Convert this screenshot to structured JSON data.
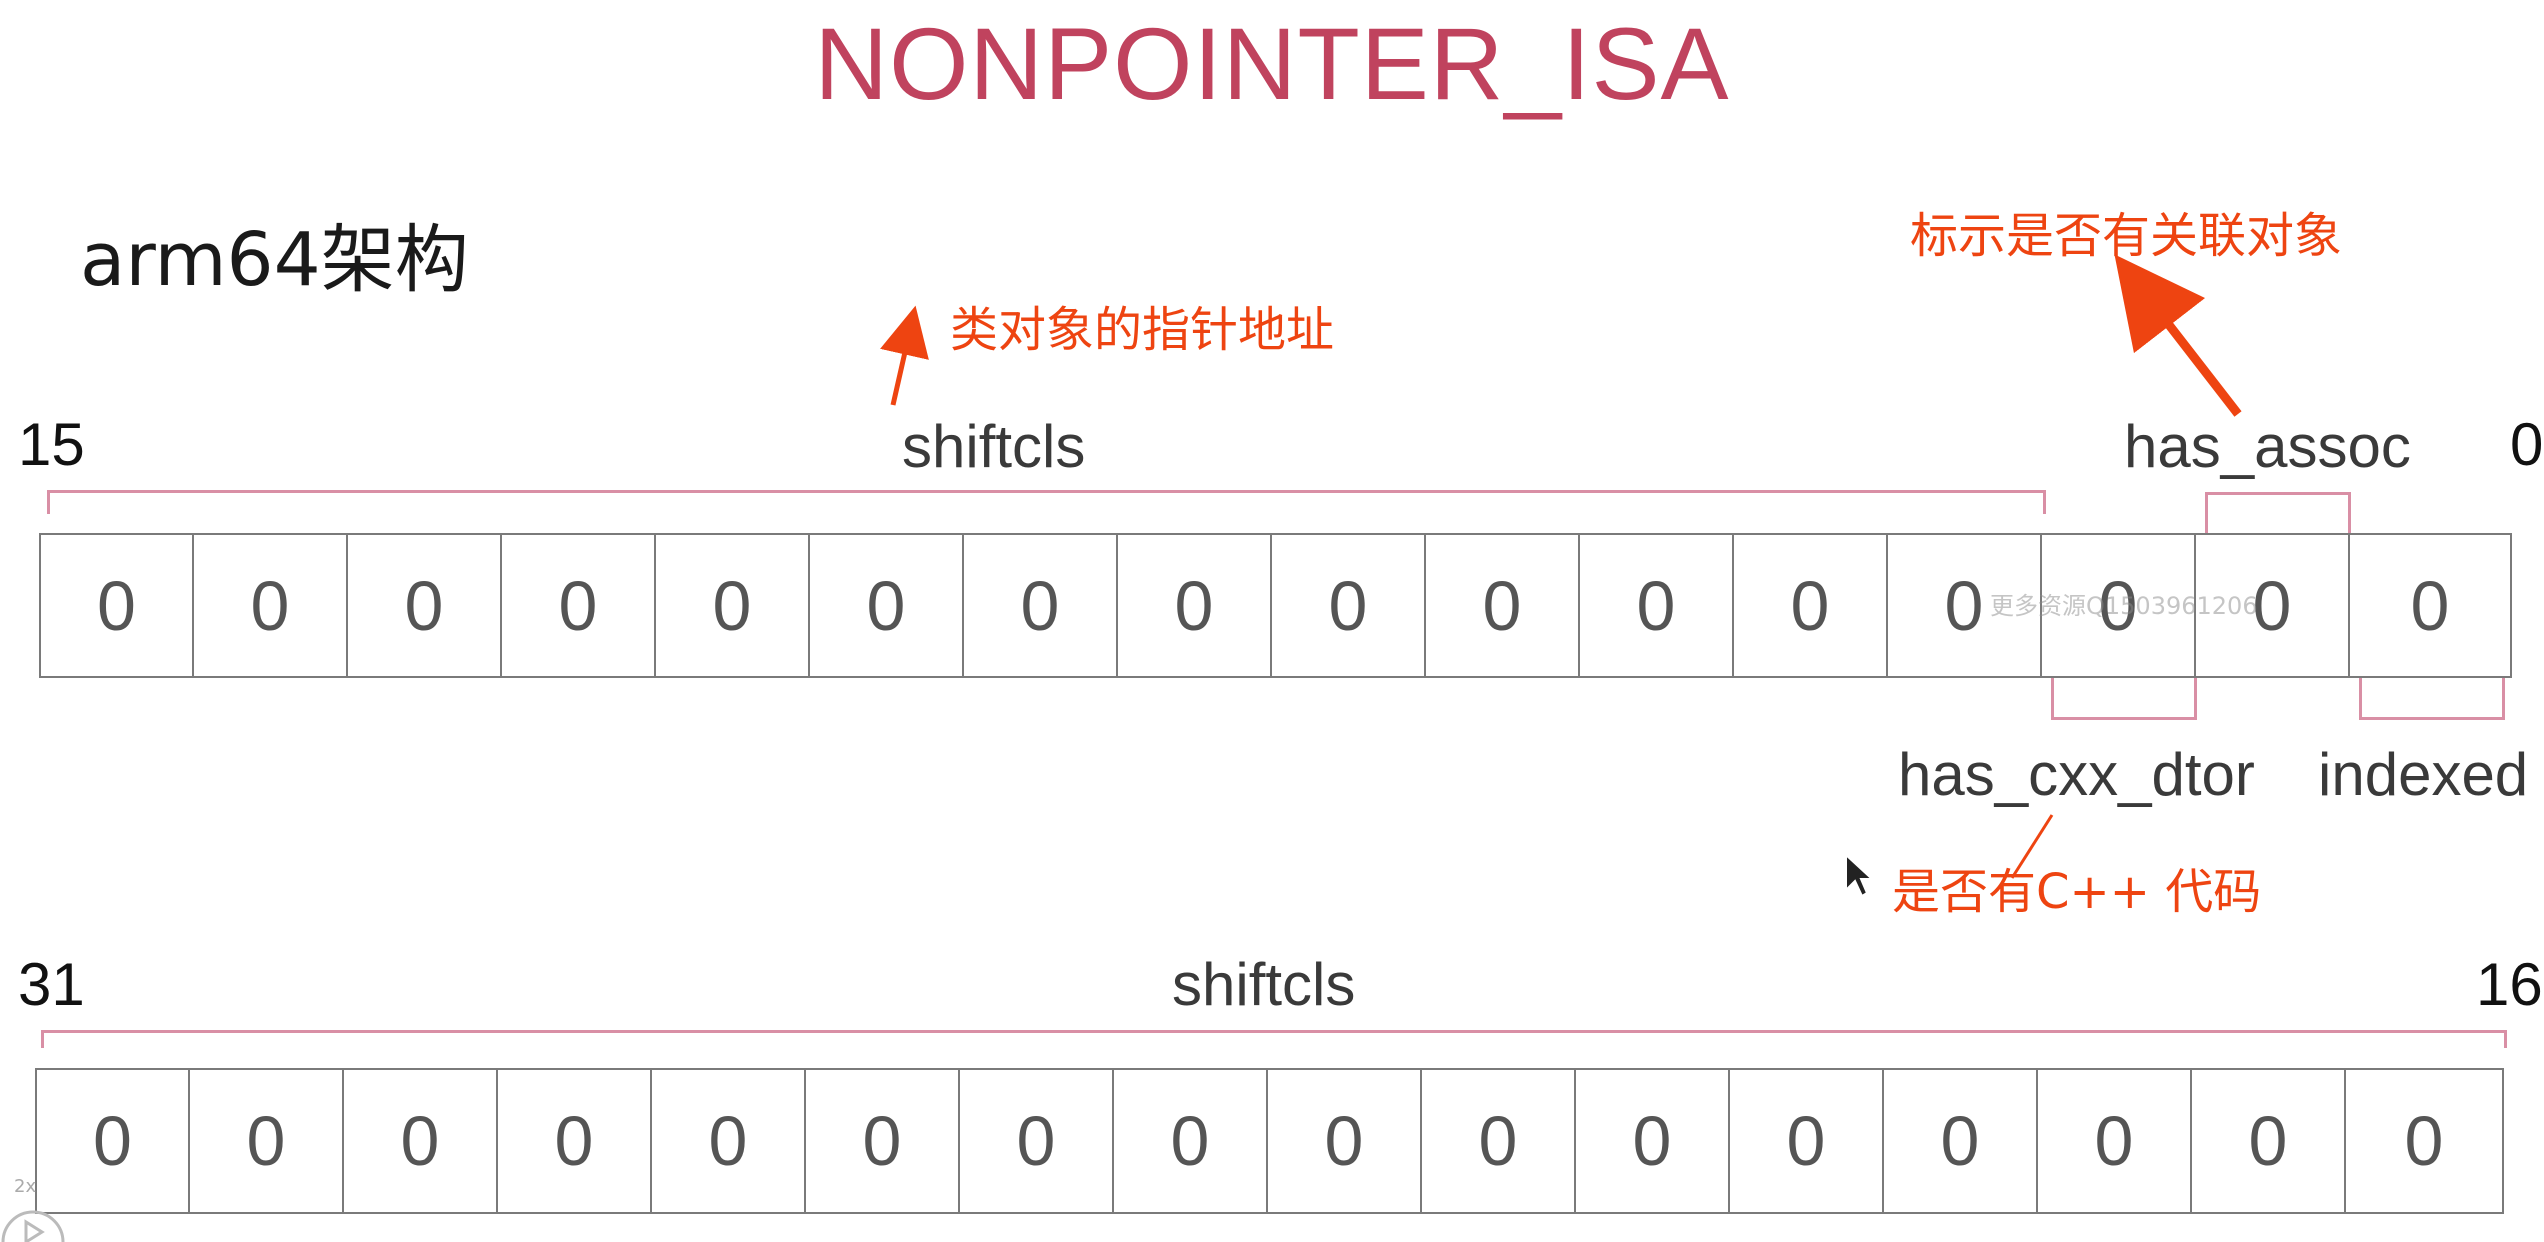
{
  "title": "NONPOINTER_ISA",
  "subtitle": "arm64架构",
  "colors": {
    "title": "#c0435e",
    "note": "#ee4411",
    "bracket": "#d98fa5",
    "cell_border": "#7a7a7a"
  },
  "row1": {
    "left_bit": "15",
    "right_bit": "0",
    "cells": [
      "0",
      "0",
      "0",
      "0",
      "0",
      "0",
      "0",
      "0",
      "0",
      "0",
      "0",
      "0",
      "0",
      "0",
      "0",
      "0"
    ],
    "field_shiftcls": "shiftcls",
    "field_has_assoc": "has_assoc",
    "field_has_cxx_dtor": "has_cxx_dtor",
    "field_indexed": "indexed"
  },
  "row2": {
    "left_bit": "31",
    "right_bit": "16",
    "cells": [
      "0",
      "0",
      "0",
      "0",
      "0",
      "0",
      "0",
      "0",
      "0",
      "0",
      "0",
      "0",
      "0",
      "0",
      "0",
      "0"
    ],
    "field_shiftcls": "shiftcls"
  },
  "annotations": {
    "shiftcls_note": "类对象的指针地址",
    "has_assoc_note": "标示是否有关联对象",
    "cxx_note": "是否有C++ 代码"
  },
  "watermark": "更多资源Q1503961206",
  "player_speed": "2x"
}
